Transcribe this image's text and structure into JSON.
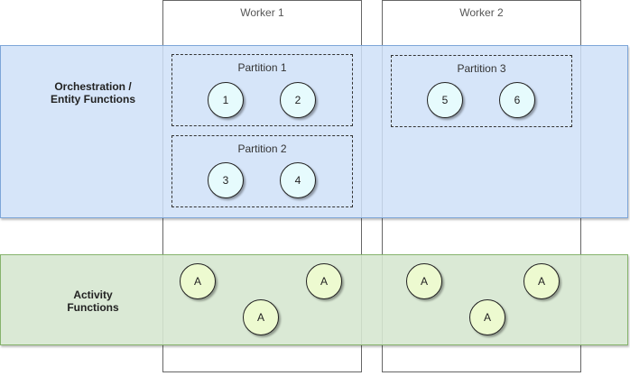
{
  "workers": [
    {
      "label": "Worker 1"
    },
    {
      "label": "Worker 2"
    }
  ],
  "bands": {
    "orchestration": {
      "line1": "Orchestration /",
      "line2": "Entity Functions"
    },
    "activity": {
      "line1": "Activity",
      "line2": "Functions"
    }
  },
  "partitions": [
    {
      "label": "Partition 1",
      "nodes": [
        "1",
        "2"
      ]
    },
    {
      "label": "Partition 2",
      "nodes": [
        "3",
        "4"
      ]
    },
    {
      "label": "Partition 3",
      "nodes": [
        "5",
        "6"
      ]
    }
  ],
  "activities": [
    "A",
    "A",
    "A",
    "A",
    "A",
    "A"
  ],
  "colors": {
    "orchestration_band": "#dae8fc",
    "activity_band": "#d5e8d4",
    "entity_node": "#e6fbfd",
    "activity_node": "#edfad0"
  }
}
